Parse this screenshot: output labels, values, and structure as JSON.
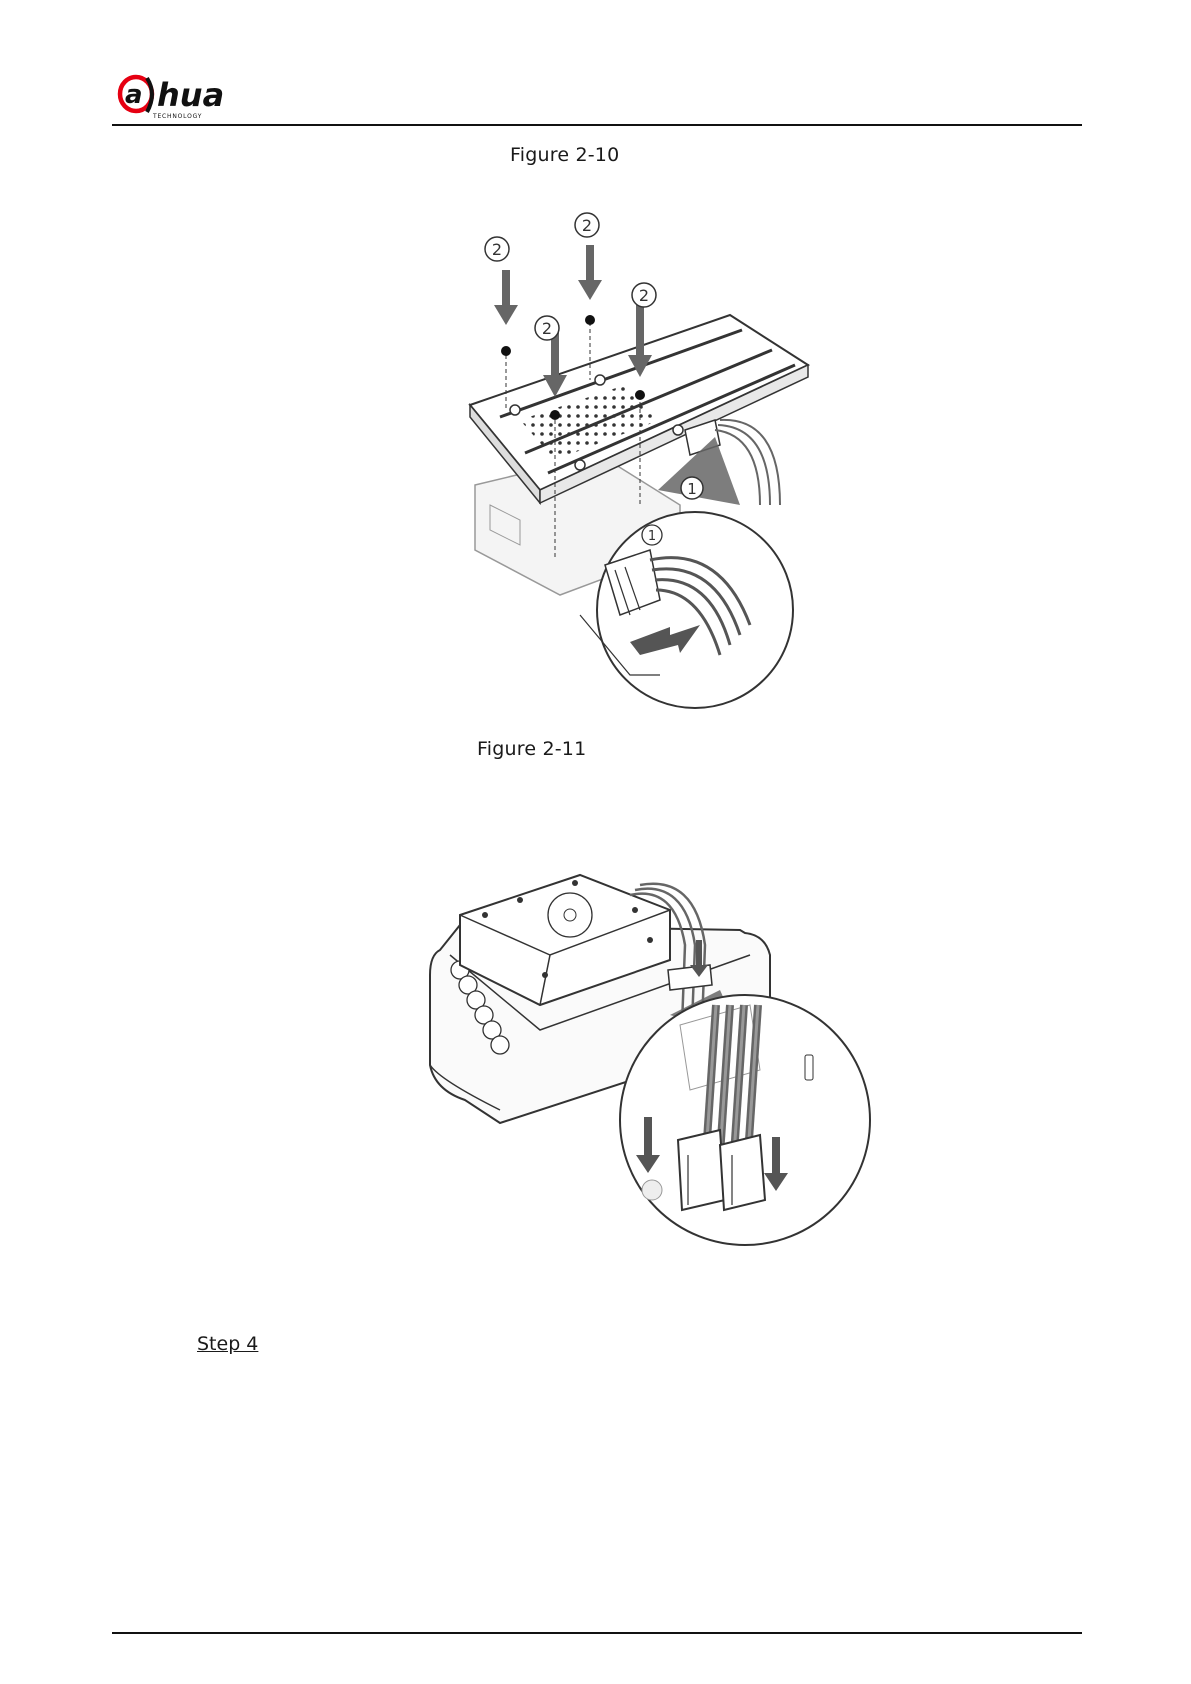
{
  "header": {
    "logo_text": "a)hua",
    "logo_subtext": "TECHNOLOGY"
  },
  "figures": [
    {
      "caption": "Figure 2-10",
      "callouts": [
        "2",
        "2",
        "2",
        "2",
        "1",
        "1"
      ]
    },
    {
      "caption": "Figure 2-11"
    }
  ],
  "step": {
    "label": "Step 4"
  }
}
